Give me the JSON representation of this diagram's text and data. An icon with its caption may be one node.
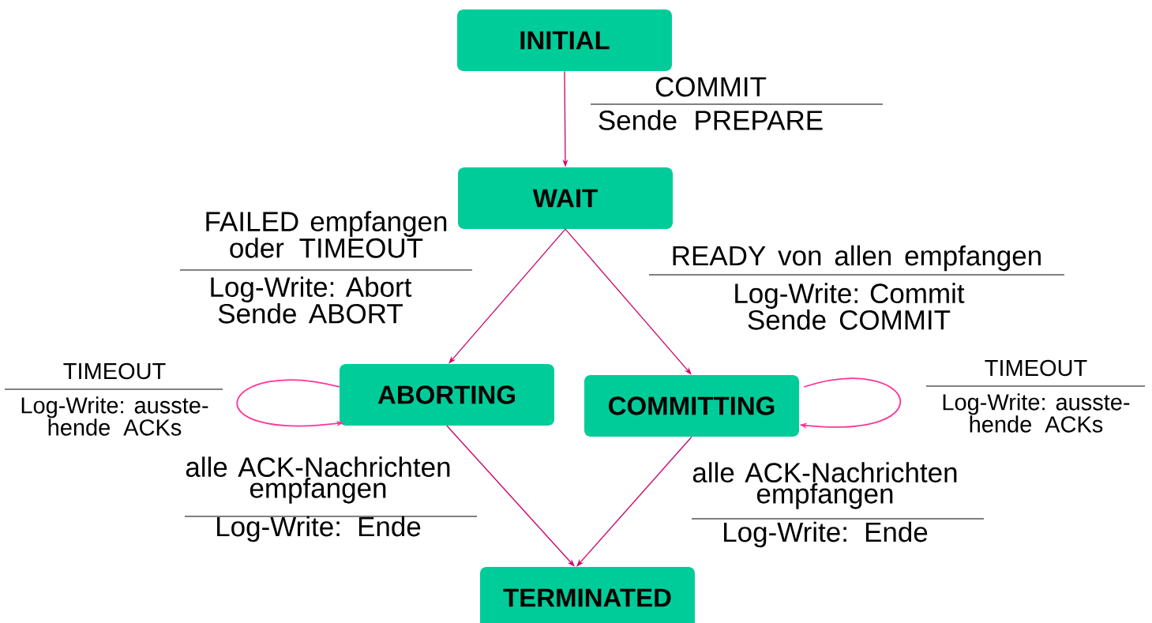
{
  "diagram": {
    "nodes": [
      {
        "text": [
          "INITIAL"
        ]
      },
      {
        "text": [
          "WAIT"
        ]
      },
      {
        "text": [
          "ABORTING"
        ]
      },
      {
        "text": [
          "COMMITTING"
        ]
      },
      {
        "text": [
          "TERMINATED"
        ]
      }
    ],
    "edges": [
      {
        "from": 0,
        "to": 1,
        "arrow": "to",
        "label": "COMMIT"
      },
      {
        "from": 1,
        "to": 2,
        "arrow": "to",
        "label": "FAILED empfangen oder TIMEOUT"
      },
      {
        "from": 1,
        "to": 3,
        "arrow": "to",
        "label": "READY von allen empfangen"
      },
      {
        "from": 2,
        "to": 2,
        "arrow": "to",
        "label": "TIMEOUT",
        "color": "#ff3399"
      },
      {
        "from": 3,
        "to": 3,
        "arrow": "to",
        "label": "TIMEOUT",
        "color": "#ff3399"
      },
      {
        "from": 2,
        "to": 4,
        "arrow": "to",
        "label": "alle ACK-Nachrichten empfangen"
      },
      {
        "from": 3,
        "to": 4,
        "arrow": "to",
        "label": "alle ACK-Nachrichten empfangen"
      }
    ],
    "labels": [
      "Sende PREPARE",
      "Log-Write: Abort Sende ABORT",
      "Log-Write: Commit Sende COMMIT",
      "Log-Write: ausste- hende ACKs",
      "Log-Write: ausste- hende ACKs",
      "Log-Write: Ende",
      "Log-Write: Ende"
    ]
  }
}
